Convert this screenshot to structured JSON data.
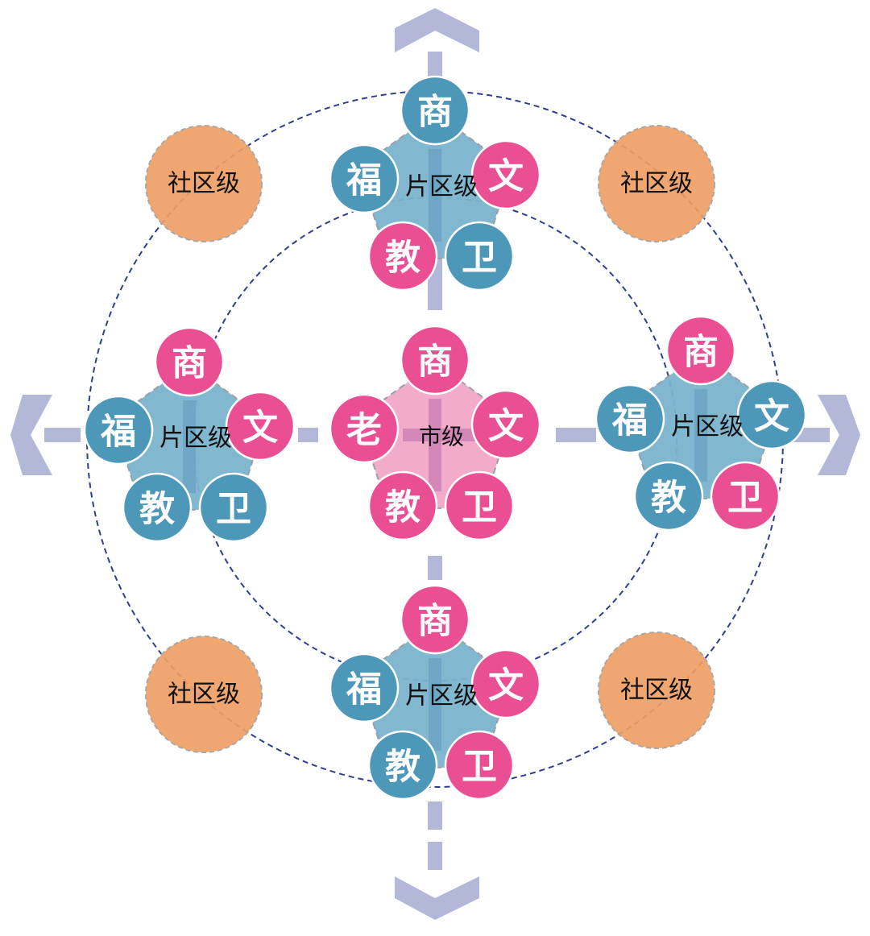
{
  "colors": {
    "pink": "#ea4f93",
    "blue": "#4d97b9",
    "pink_pentagon": "#f2a6c9",
    "blue_pentagon": "#7bb3cd",
    "orange": "#ef9e64",
    "arrow": "#b3b7d8",
    "ring": "#2f3f8f"
  },
  "center": {
    "label": "市级",
    "pentagon_color": "pink",
    "nodes": [
      {
        "text": "商",
        "color": "pink"
      },
      {
        "text": "文",
        "color": "pink"
      },
      {
        "text": "卫",
        "color": "pink"
      },
      {
        "text": "教",
        "color": "pink"
      },
      {
        "text": "老",
        "color": "pink"
      }
    ]
  },
  "districts": [
    {
      "id": "top",
      "label": "片区级",
      "nodes": [
        {
          "text": "商",
          "color": "blue"
        },
        {
          "text": "文",
          "color": "pink"
        },
        {
          "text": "卫",
          "color": "blue"
        },
        {
          "text": "教",
          "color": "pink"
        },
        {
          "text": "福",
          "color": "blue"
        }
      ]
    },
    {
      "id": "left",
      "label": "片区级",
      "nodes": [
        {
          "text": "商",
          "color": "pink"
        },
        {
          "text": "文",
          "color": "pink"
        },
        {
          "text": "卫",
          "color": "blue"
        },
        {
          "text": "教",
          "color": "blue"
        },
        {
          "text": "福",
          "color": "blue"
        }
      ]
    },
    {
      "id": "right",
      "label": "片区级",
      "nodes": [
        {
          "text": "商",
          "color": "pink"
        },
        {
          "text": "文",
          "color": "blue"
        },
        {
          "text": "卫",
          "color": "pink"
        },
        {
          "text": "教",
          "color": "blue"
        },
        {
          "text": "福",
          "color": "blue"
        }
      ]
    },
    {
      "id": "bottom",
      "label": "片区级",
      "nodes": [
        {
          "text": "商",
          "color": "pink"
        },
        {
          "text": "文",
          "color": "pink"
        },
        {
          "text": "卫",
          "color": "pink"
        },
        {
          "text": "教",
          "color": "blue"
        },
        {
          "text": "福",
          "color": "blue"
        }
      ]
    }
  ],
  "communities": [
    {
      "id": "top-left",
      "label": "社区级"
    },
    {
      "id": "top-right",
      "label": "社区级"
    },
    {
      "id": "bottom-left",
      "label": "社区级"
    },
    {
      "id": "bottom-right",
      "label": "社区级"
    }
  ],
  "arrows": [
    {
      "direction": "up",
      "icon": "chevron-up-icon"
    },
    {
      "direction": "down",
      "icon": "chevron-down-icon"
    },
    {
      "direction": "left",
      "icon": "chevron-left-icon"
    },
    {
      "direction": "right",
      "icon": "chevron-right-icon"
    }
  ]
}
